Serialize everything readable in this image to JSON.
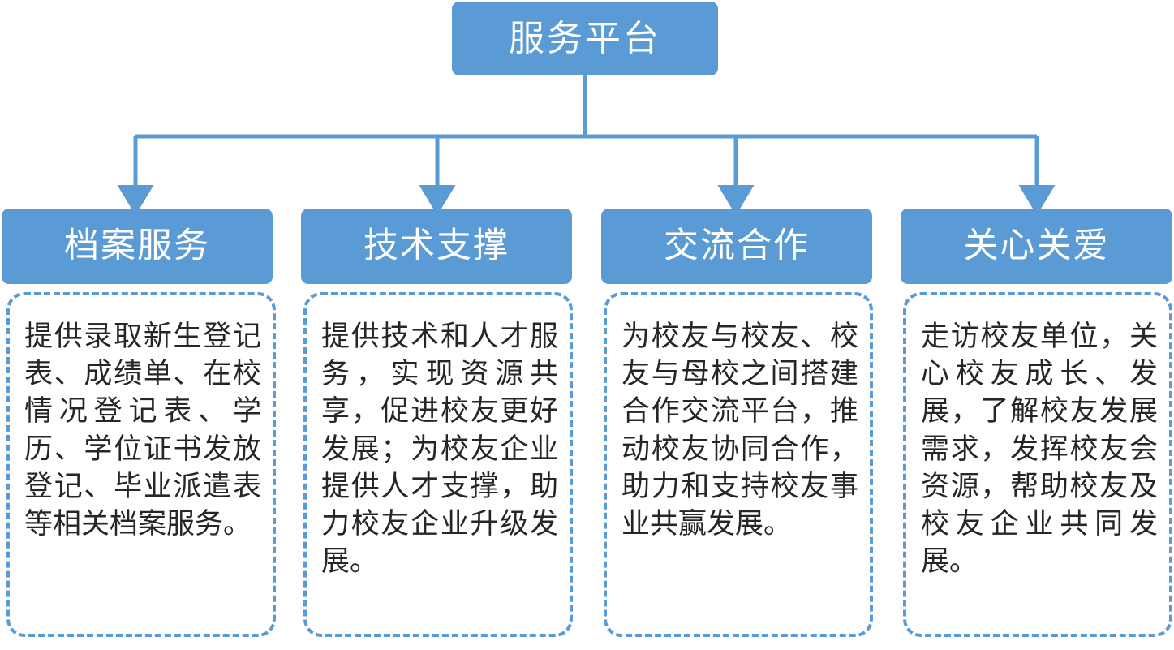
{
  "diagram": {
    "type": "hierarchy-org-chart",
    "title": "服务平台",
    "colors": {
      "node_fill": "#5B9BD5",
      "node_text": "#FFFFFF",
      "connector": "#5B9BD5",
      "dashed_border": "#5B9BD5",
      "body_text": "#262626",
      "background": "#FFFFFF"
    },
    "root": {
      "label": "服务平台"
    },
    "branches": [
      {
        "label": "档案服务",
        "description": "提供录取新生登记表、成绩单、在校情况登记表、学历、学位证书发放登记、毕业派遣表等相关档案服务。"
      },
      {
        "label": "技术支撑",
        "description": "提供技术和人才服务，实现资源共享，促进校友更好发展；为校友企业提供人才支撑，助力校友企业升级发展。"
      },
      {
        "label": "交流合作",
        "description": "为校友与校友、校友与母校之间搭建合作交流平台，推动校友协同合作，助力和支持校友事业共赢发展。"
      },
      {
        "label": "关心关爱",
        "description": "走访校友单位，关心校友成长、发展，了解校友发展需求，发挥校友会资源，帮助校友及校友企业共同发展。"
      }
    ]
  }
}
